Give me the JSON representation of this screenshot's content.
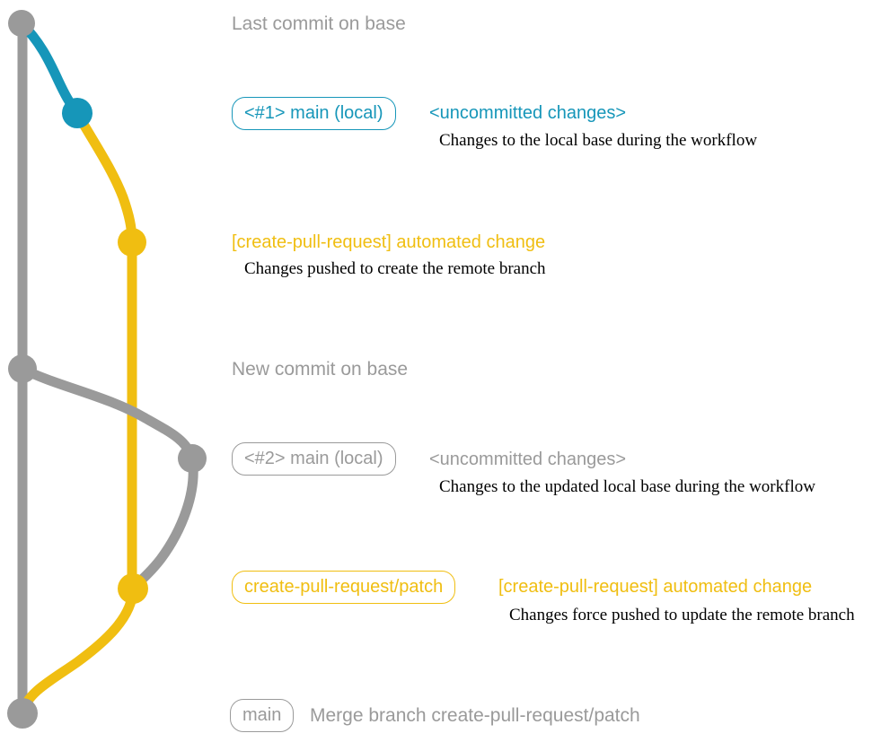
{
  "colors": {
    "gray": "#9a9a9a",
    "blue": "#1696b9",
    "yellow": "#f0be11",
    "desc_text": "#000000"
  },
  "annotations": {
    "last_commit_label": "Last commit on base",
    "row1": {
      "badge": "<#1> main (local)",
      "title": "<uncommitted changes>",
      "desc": "Changes to the local base during the workflow"
    },
    "row2": {
      "title": "[create-pull-request] automated change",
      "desc": "Changes pushed to create the remote branch"
    },
    "new_commit_label": "New commit on base",
    "row3": {
      "badge": "<#2> main (local)",
      "title": "<uncommitted changes>",
      "desc": "Changes to the updated local base during the workflow"
    },
    "row4": {
      "badge": "create-pull-request/patch",
      "title": "[create-pull-request] automated change",
      "desc": "Changes force pushed to update the remote branch"
    },
    "row5": {
      "badge": "main",
      "title": "Merge branch create-pull-request/patch"
    }
  }
}
